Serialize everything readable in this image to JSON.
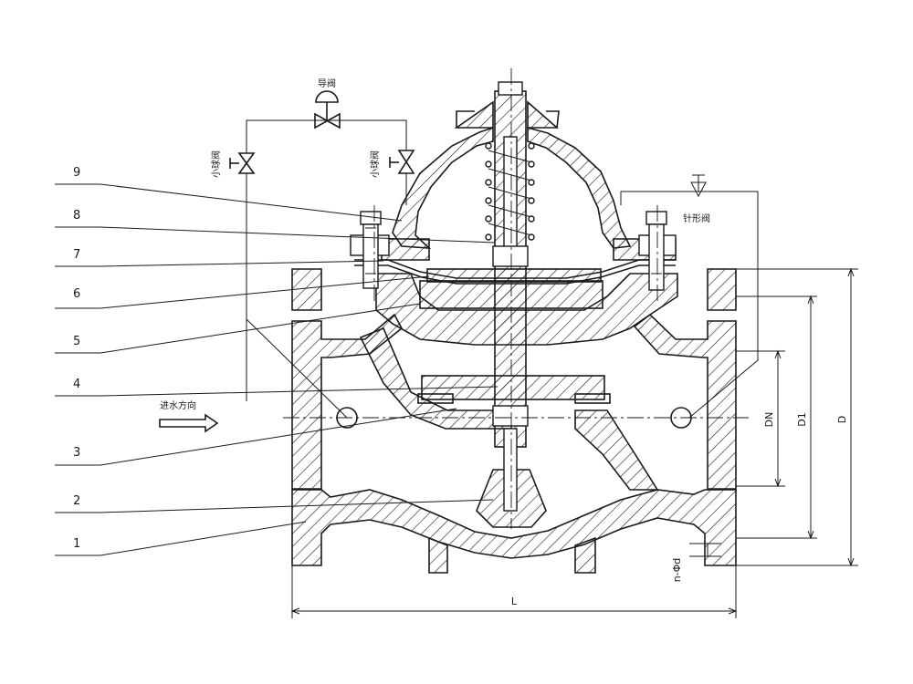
{
  "callouts": {
    "n1": "1",
    "n2": "2",
    "n3": "3",
    "n4": "4",
    "n5": "5",
    "n6": "6",
    "n7": "7",
    "n8": "8",
    "n9": "9"
  },
  "labels": {
    "pilot_valve": "导阀",
    "small_ball_valve_left": "小球阀",
    "small_ball_valve_right": "小球阀",
    "needle_valve": "针形阀",
    "flow_direction": "进水方向"
  },
  "dimensions": {
    "dn": "DN",
    "d1": "D1",
    "d": "D",
    "l": "L",
    "bolt_holes": "n-Φd"
  },
  "colors": {
    "line": "#1a1a1a",
    "background": "#ffffff"
  },
  "icons": {
    "flow_arrow": "right-arrow-icon",
    "valve": "gate-valve-icon",
    "pilot": "pilot-valve-icon"
  }
}
